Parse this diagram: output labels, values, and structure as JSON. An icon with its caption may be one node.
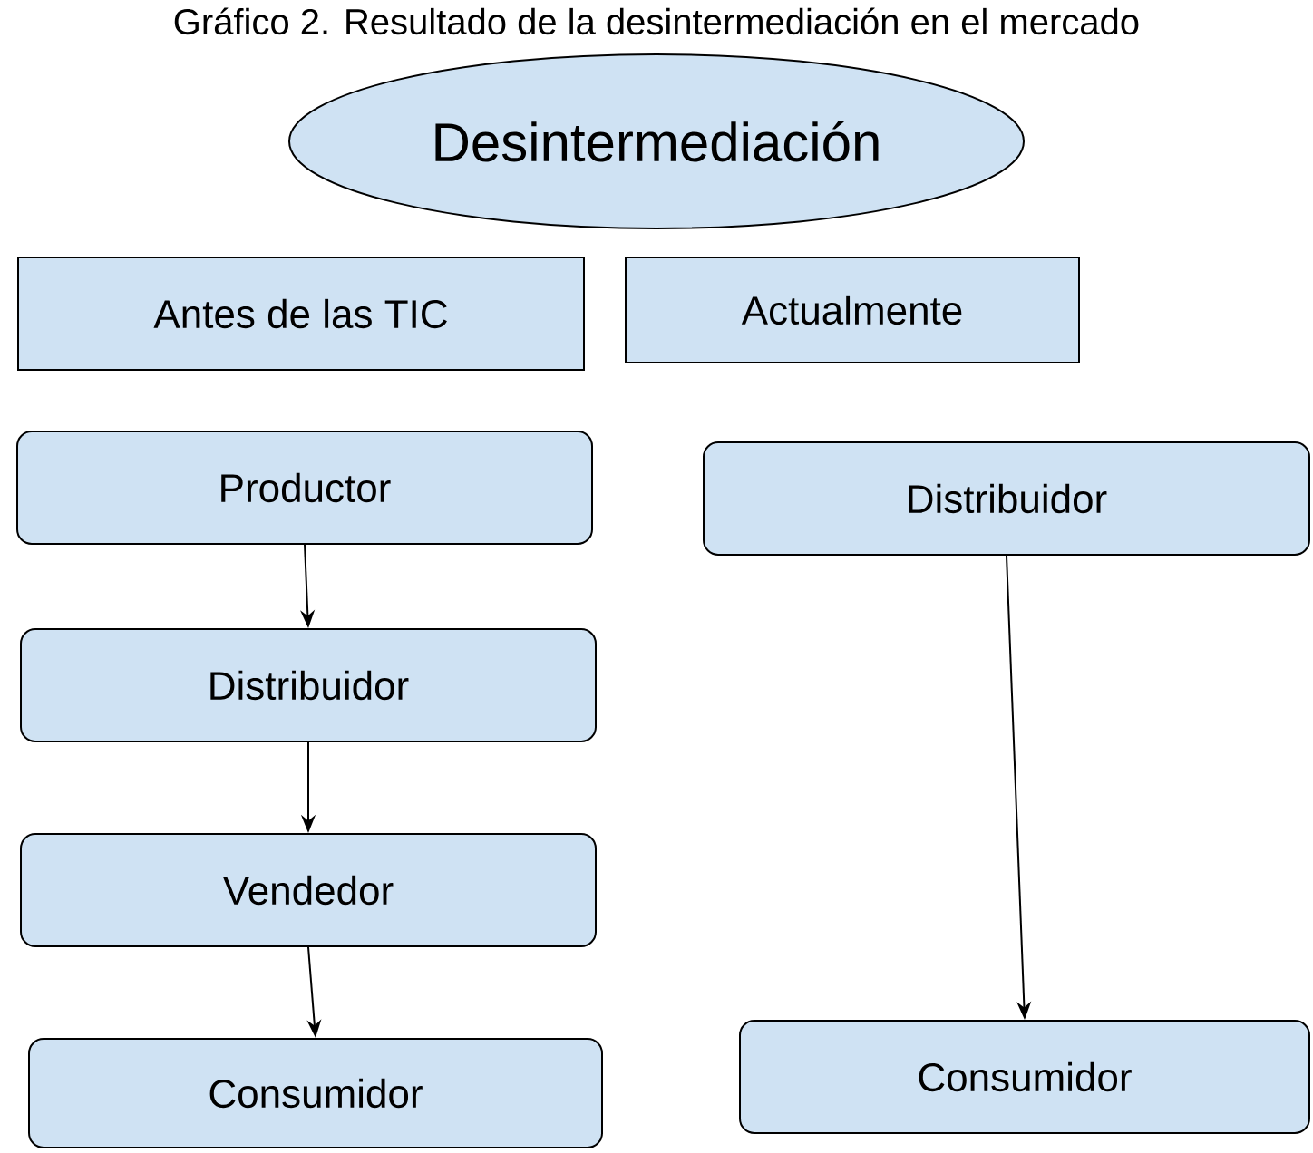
{
  "diagram": {
    "title": "Gráfico 2. Resultado de la desintermediación en el mercado",
    "nodes": [
      {
        "text": [
          "Desintermediación"
        ]
      },
      {
        "text": [
          "Antes de las TIC"
        ]
      },
      {
        "text": [
          "Actualmente"
        ]
      },
      {
        "text": [
          "Productor"
        ]
      },
      {
        "text": [
          "Distribuidor"
        ]
      },
      {
        "text": [
          "Vendedor"
        ]
      },
      {
        "text": [
          "Consumidor"
        ]
      },
      {
        "text": [
          "Distribuidor"
        ]
      },
      {
        "text": [
          "Consumidor"
        ]
      }
    ],
    "edges": [
      {
        "from": 3,
        "to": 4,
        "arrow": "to"
      },
      {
        "from": 4,
        "to": 5,
        "arrow": "to"
      },
      {
        "from": 5,
        "to": 6,
        "arrow": "to"
      },
      {
        "from": 7,
        "to": 8,
        "arrow": "to"
      }
    ]
  }
}
